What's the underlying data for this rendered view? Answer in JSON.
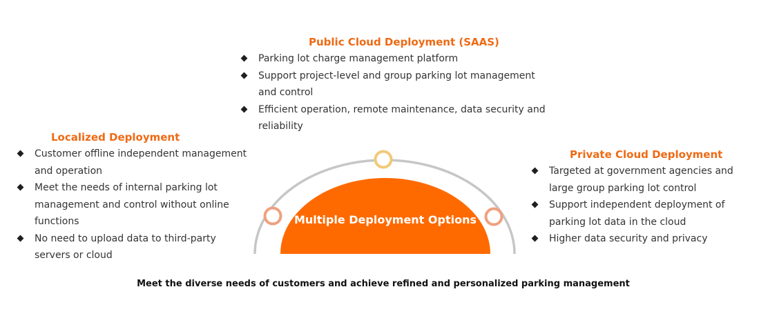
{
  "sections": {
    "public": {
      "title": "Public Cloud Deployment (SAAS)",
      "bullets": [
        "Parking lot charge management platform",
        "Support project-level and group parking lot management and control",
        "Efficient operation, remote maintenance, data security and reliability"
      ]
    },
    "local": {
      "title": "Localized Deployment",
      "bullets": [
        "Customer offline independent management and operation",
        "Meet the needs of internal parking lot management and control without online functions",
        "No need to upload data to third-party servers or cloud"
      ]
    },
    "private": {
      "title": "Private Cloud Deployment",
      "bullets": [
        "Targeted at government agencies and large group parking lot control",
        "Support independent deployment of parking lot data in the cloud",
        "Higher data security and privacy"
      ]
    }
  },
  "center_label": "Multiple Deployment Options",
  "footer": "Meet the diverse needs of customers and achieve refined and personalized parking management",
  "colors": {
    "accent_orange": "#ff6a00",
    "title_orange": "#ee6a14",
    "arc_gray": "#c6c6c6",
    "ring_yellow": "#f1c977",
    "ring_salmon": "#f0a07e",
    "bullet_dark": "#1f1f1f"
  }
}
